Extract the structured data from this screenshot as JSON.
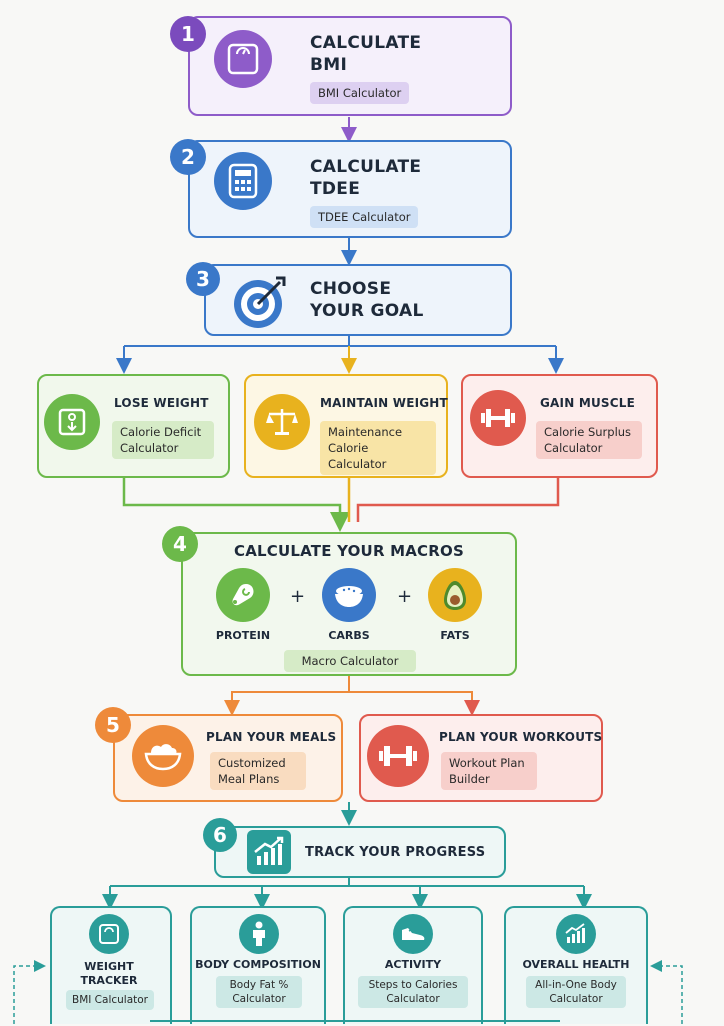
{
  "steps": [
    {
      "number": "1",
      "title": "CALCULATE BMI",
      "tag": "BMI Calculator"
    },
    {
      "number": "2",
      "title": "CALCULATE TDEE",
      "tag": "TDEE Calculator"
    },
    {
      "number": "3",
      "title": "CHOOSE YOUR GOAL"
    },
    {
      "number": "4",
      "title": "CALCULATE YOUR MACROS",
      "tag": "Macro Calculator"
    },
    {
      "number": "5"
    },
    {
      "number": "6",
      "title": "TRACK YOUR PROGRESS"
    }
  ],
  "goals": [
    {
      "title": "LOSE WEIGHT",
      "tag": "Calorie Deficit Calculator"
    },
    {
      "title": "MAINTAIN WEIGHT",
      "tag": "Maintenance Calorie Calculator"
    },
    {
      "title": "GAIN MUSCLE",
      "tag": "Calorie Surplus Calculator"
    }
  ],
  "macros": [
    {
      "label": "PROTEIN"
    },
    {
      "label": "CARBS"
    },
    {
      "label": "FATS"
    }
  ],
  "plus": "+",
  "plans": [
    {
      "title": "PLAN YOUR MEALS",
      "tag": "Customized Meal Plans"
    },
    {
      "title": "PLAN YOUR WORKOUTS",
      "tag": "Workout Plan Builder"
    }
  ],
  "trackers": [
    {
      "title": "WEIGHT TRACKER",
      "tag": "BMI Calculator"
    },
    {
      "title": "BODY COMPOSITION",
      "tag": "Body Fat % Calculator"
    },
    {
      "title": "ACTIVITY",
      "tag": "Steps to Calories Calculator"
    },
    {
      "title": "OVERALL HEALTH",
      "tag": "All-in-One Body Calculator"
    }
  ],
  "colors": {
    "purple": "#8e5cc9",
    "blue": "#3a78c9",
    "green": "#6cb94a",
    "yellow": "#e8b21e",
    "red": "#e05a4e",
    "orange": "#ee8a3a",
    "teal": "#2a9d99"
  }
}
